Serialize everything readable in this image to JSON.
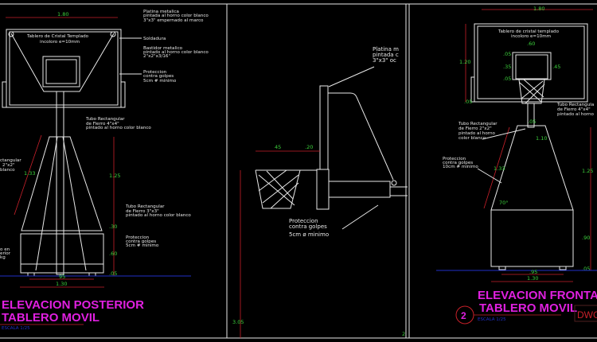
{
  "left": {
    "dim_width": "1.80",
    "board_label": [
      "Tablero de Cristal Templado",
      "incoloro e=10mm"
    ],
    "platina": [
      "Platina metalica",
      "pintada al horno color blanco",
      "3\"x3\" empernado al marco"
    ],
    "soldadura": "Soldadura",
    "bastidor": [
      "Bastidor metalico",
      "pintado al horno color blanco",
      "2\"x2\"x3/16\""
    ],
    "proteccion_top": [
      "Proteccion",
      "contra golpes",
      "5cm # minimo"
    ],
    "tubo_4x4": [
      "Tubo Rectangular",
      "de Fierro  4\"x4\"",
      "pintado al horno color blanco"
    ],
    "tubo_2x2_partial": [
      "ctangular",
      "2\"x2\"",
      "blanco"
    ],
    "tubo_3x3": [
      "Tubo Rectangular",
      "de Fierro 3\"x3\"",
      "pintado al horno color blanco"
    ],
    "proteccion_bottom": [
      "Proteccion",
      "contra golpes",
      "5cm # minimo"
    ],
    "partial_left": [
      "o en",
      "erior",
      "kg"
    ],
    "dims": {
      "diag": "1.33",
      "height": "1.25",
      "d30": ".30",
      "d60": ".60",
      "d05": ".05",
      "d95": "95",
      "d130": "1.30"
    },
    "title": [
      "ELEVACION POSTERIOR",
      "TABLERO MOVIL"
    ],
    "scale": "ESCALA    1/25"
  },
  "middle": {
    "platina_partial": [
      "Platina m",
      "pintada c",
      "3\"x3\" oc"
    ],
    "dims": {
      "d45": "45",
      "d20": ".20"
    },
    "proteccion": [
      "Proteccion",
      "contra golpes",
      "5cm ø minimo"
    ],
    "height": "3.05",
    "page_mark": "2"
  },
  "right": {
    "dim_width": "1.80",
    "board_label": [
      "Tablero de cristal templado",
      "incoloro e=10mm"
    ],
    "dims": {
      "height": "1.20",
      "rim": ".60",
      "a": ".05",
      "b": ".35",
      "c": ".45",
      "d": ".05",
      "e": ".05",
      "f": ".05",
      "g": "1.10",
      "diag": "1.33",
      "h": "1.25",
      "angle": "70°",
      "box": ".90",
      "foot": ".05",
      "d95": ".95",
      "d130": "1.30"
    },
    "tubo_4x4_partial": [
      "Tubo Rectangula",
      "de Fierro 4\"x4\"",
      "pintado al horno"
    ],
    "tubo_2x2": [
      "Tubo Rectangular",
      "de Fierro 2\"x2\"",
      "pintado al horno",
      "color blanco"
    ],
    "proteccion": [
      "Proteccion",
      "contra golpes",
      "10cm # minimo"
    ],
    "title": [
      "ELEVACION FRONTAL",
      "TABLERO MOVIL"
    ],
    "detail_number": "2",
    "scale": "ESCALA    1/25",
    "stamp": "DWG"
  },
  "colors": {
    "background": "#000000",
    "lines": "#e8e8e8",
    "dimensions": "#c8202a",
    "dim_text": "#3cd23c",
    "titles": "#e020e0",
    "ground": "#2030c8"
  }
}
